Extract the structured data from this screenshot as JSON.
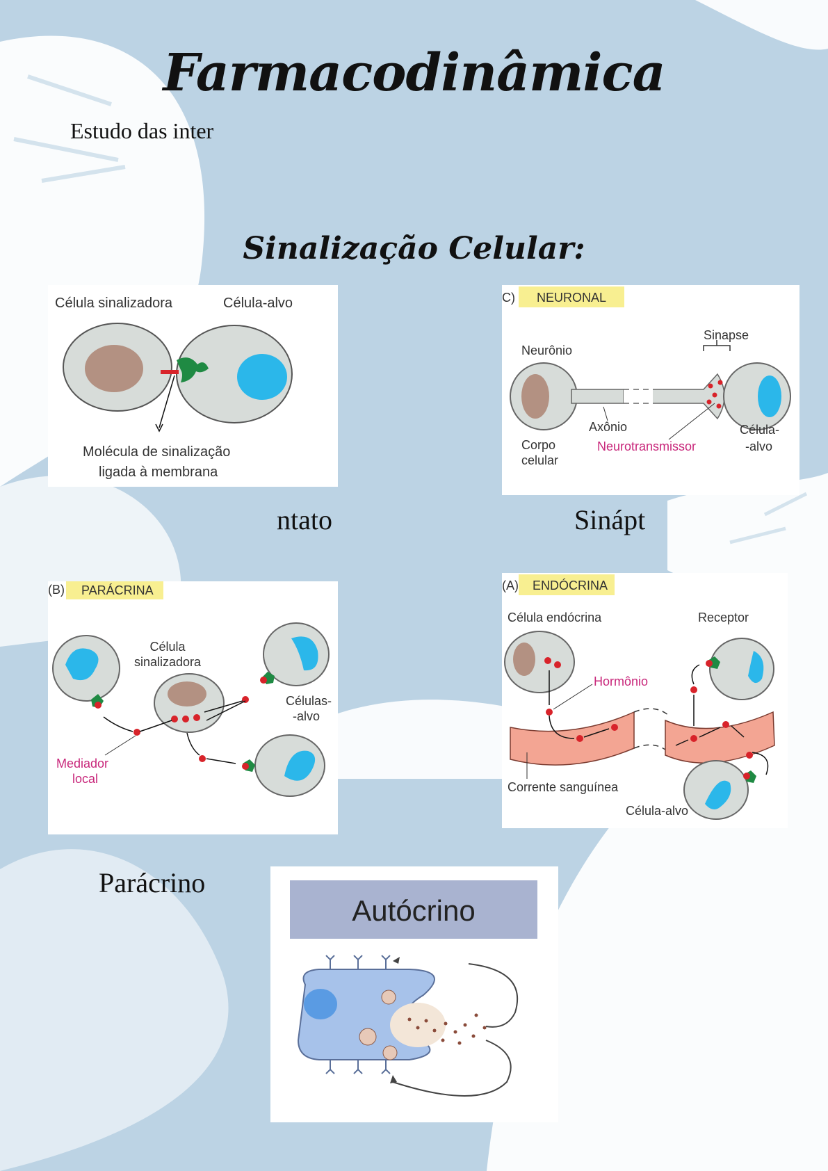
{
  "page": {
    "title": "Farmacodinâmica",
    "intro": "Estudo das inter",
    "subtitle": "Sinalização Celular:"
  },
  "captions": {
    "contact": "ntato",
    "synaptic": "Sinápt",
    "paracrine": "Parácrino"
  },
  "contact_panel": {
    "signaling_cell": "Célula sinalizadora",
    "target_cell": "Célula-alvo",
    "molecule_line1": "Molécula de sinalização",
    "molecule_line2": "ligada à membrana"
  },
  "neuronal_panel": {
    "letter": "C)",
    "tag": "NEURONAL",
    "neuron": "Neurônio",
    "synapse": "Sinapse",
    "axon": "Axônio",
    "body_line1": "Corpo",
    "body_line2": "celular",
    "neurotransmitter": "Neurotransmissor",
    "target_line1": "Célula-",
    "target_line2": "-alvo"
  },
  "paracrine_panel": {
    "letter": "(B)",
    "tag": "PARÁCRINA",
    "signal_line1": "Célula",
    "signal_line2": "sinalizadora",
    "targets_line1": "Células-",
    "targets_line2": "-alvo",
    "mediator_line1": "Mediador",
    "mediator_line2": "local"
  },
  "endocrine_panel": {
    "letter": "(A)",
    "tag": "ENDÓCRINA",
    "endocrine_cell": "Célula endócrina",
    "receptor": "Receptor",
    "hormone": "Hormônio",
    "bloodstream": "Corrente sanguínea",
    "target": "Célula-alvo"
  },
  "autocrine_panel": {
    "title": "Autócrino"
  },
  "colors": {
    "background": "#bcd3e4",
    "cell": "#d7dcd9",
    "nucleus_brown": "#b39182",
    "nucleus_blue": "#2bb7ea",
    "receptor_green": "#1f8a43",
    "molecule_red": "#d8232a",
    "tag_yellow": "#f8ef91",
    "vessel": "#f3a593",
    "magenta": "#c8267a"
  }
}
